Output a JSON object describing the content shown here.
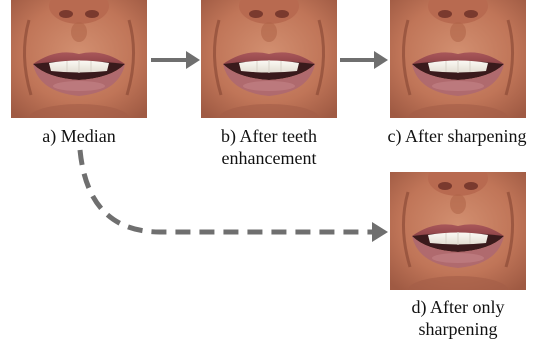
{
  "panels": [
    {
      "id": "a",
      "caption": "a) Median"
    },
    {
      "id": "b",
      "caption_line1": "b) After teeth",
      "caption_line2": "enhancement"
    },
    {
      "id": "c",
      "caption": "c) After sharpening"
    },
    {
      "id": "d",
      "caption_line1": "d) After only",
      "caption_line2": "sharpening"
    }
  ],
  "colors": {
    "arrow": "#6f6f6f",
    "skin": "#c47a5d",
    "lips": "#9a4a4e",
    "teeth": "#f2efe9"
  }
}
